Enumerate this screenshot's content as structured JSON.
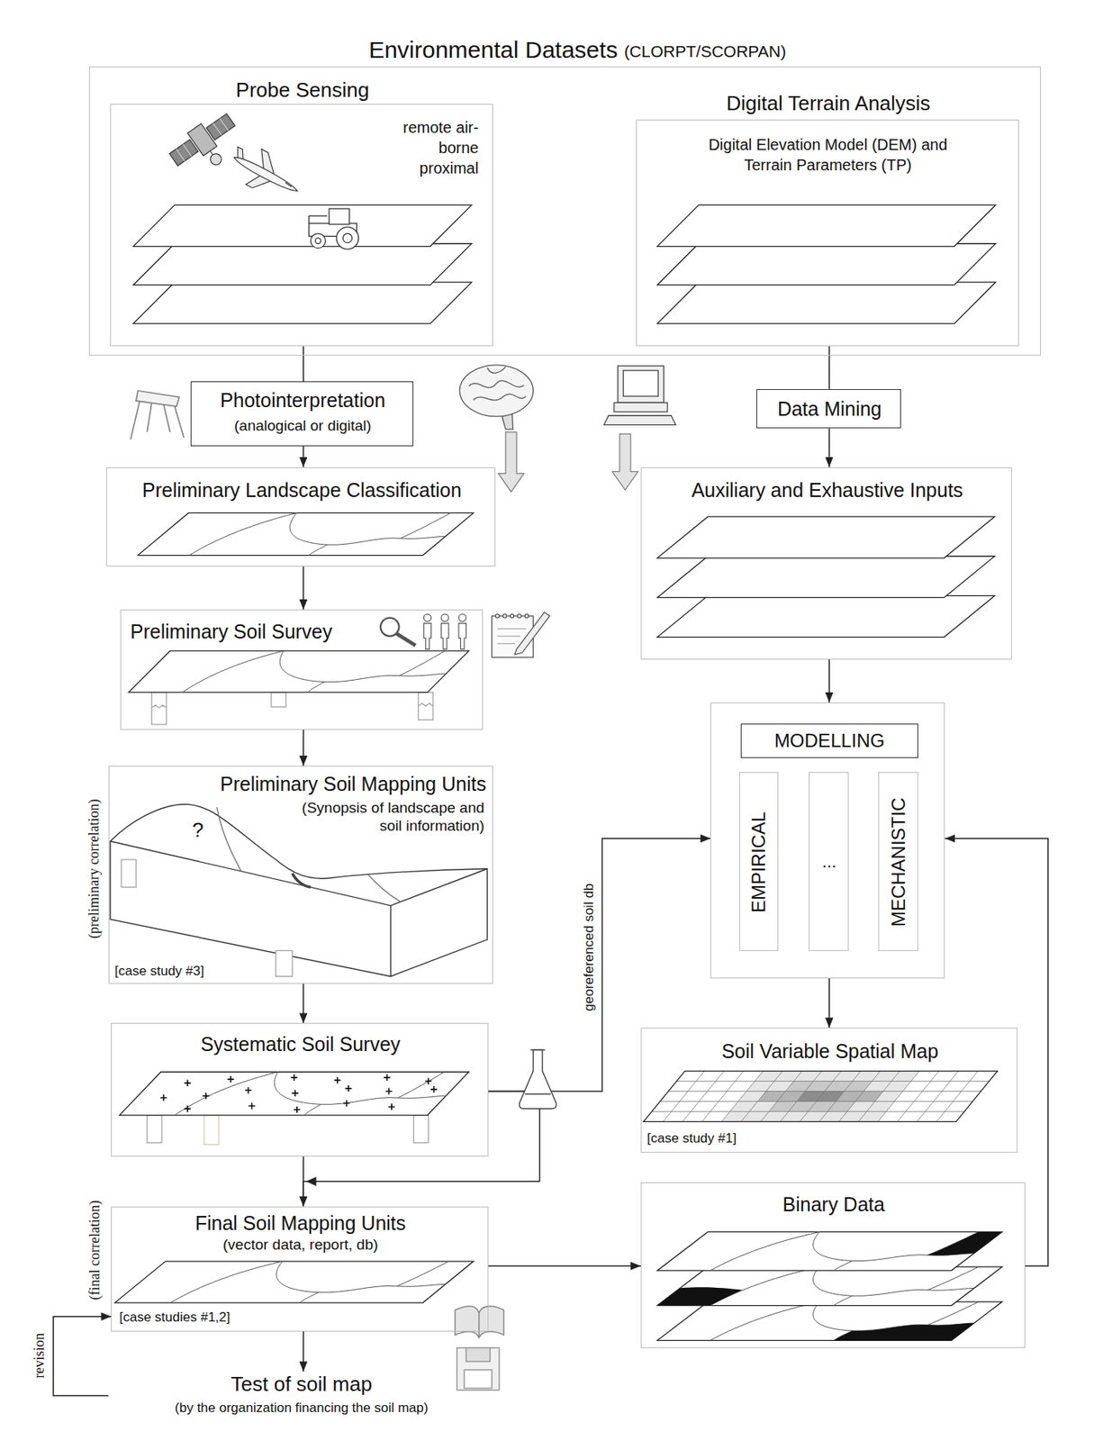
{
  "diagram": {
    "nodes": [
      {
        "text": [
          "Environmental Datasets",
          "(CLORPT/SCORPAN)"
        ]
      },
      {
        "text": [
          "Probe Sensing",
          "remote air-borne proximal"
        ],
        "in": 0
      },
      {
        "text": [
          "Digital Terrain Analysis",
          "Digital Elevation Model (DEM) and Terrain Parameters (TP)"
        ],
        "in": 0
      },
      {
        "text": [
          "Photointerpretation",
          "(analogical or digital)"
        ]
      },
      {
        "text": [
          "Data Mining"
        ]
      },
      {
        "text": [
          "Preliminary Landscape Classification"
        ]
      },
      {
        "text": [
          "Auxiliary and Exhaustive Inputs"
        ]
      },
      {
        "text": [
          "Preliminary Soil Survey"
        ]
      },
      {
        "text": [
          "MODELLING"
        ]
      },
      {
        "text": [
          "EMPIRICAL"
        ],
        "in": 8
      },
      {
        "text": [
          "..."
        ],
        "in": 8
      },
      {
        "text": [
          "MECHANISTIC"
        ],
        "in": 8
      },
      {
        "text": [
          "Preliminary Soil Mapping Units",
          "(Synopsis of landscape and soil information)",
          "[case study #3]"
        ]
      },
      {
        "text": [
          "Soil Variable Spatial Map",
          "[case study #1]"
        ]
      },
      {
        "text": [
          "Systematic Soil Survey"
        ]
      },
      {
        "text": [
          "Binary Data"
        ]
      },
      {
        "text": [
          "Final Soil Mapping Units",
          "(vector data, report, db)",
          "[case studies #1,2]"
        ]
      },
      {
        "text": [
          "Test of soil map",
          "(by the organization financing the soil map)"
        ]
      }
    ],
    "edges": [
      {
        "from": 1,
        "to": 3,
        "arrow": "none"
      },
      {
        "from": 2,
        "to": 4,
        "arrow": "none"
      },
      {
        "from": 3,
        "to": 5,
        "arrow": "to"
      },
      {
        "from": 4,
        "to": 6,
        "arrow": "to"
      },
      {
        "from": 5,
        "to": 7,
        "arrow": "to"
      },
      {
        "from": 7,
        "to": 12,
        "arrow": "to"
      },
      {
        "from": 12,
        "to": 14,
        "arrow": "to"
      },
      {
        "from": 6,
        "to": 8,
        "arrow": "to"
      },
      {
        "from": 8,
        "to": 13,
        "arrow": "to"
      },
      {
        "from": 14,
        "to": 16,
        "arrow": "to"
      },
      {
        "from": 14,
        "to": 16,
        "arrow": "to"
      },
      {
        "from": 14,
        "to": 8,
        "label": "georeferenced soil db",
        "arrow": "to"
      },
      {
        "from": 16,
        "to": 15,
        "arrow": "to"
      },
      {
        "from": 15,
        "to": 8,
        "arrow": "to"
      },
      {
        "from": 16,
        "to": 17,
        "arrow": "to"
      },
      {
        "from": 17,
        "to": 16,
        "label": "revision",
        "arrow": "to"
      }
    ],
    "labels": [
      "?",
      "(preliminary correlation)",
      "(final correlation)"
    ]
  }
}
